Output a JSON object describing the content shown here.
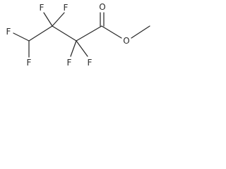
{
  "molecule": {
    "atoms": [
      {
        "symbol": "F"
      },
      {
        "symbol": "F"
      },
      {
        "symbol": "F"
      },
      {
        "symbol": "F"
      },
      {
        "symbol": "F"
      },
      {
        "symbol": "F"
      },
      {
        "symbol": "O"
      },
      {
        "symbol": "O"
      }
    ],
    "bond_color": "#2a2a2a",
    "label_color": "#2a2a2a"
  }
}
